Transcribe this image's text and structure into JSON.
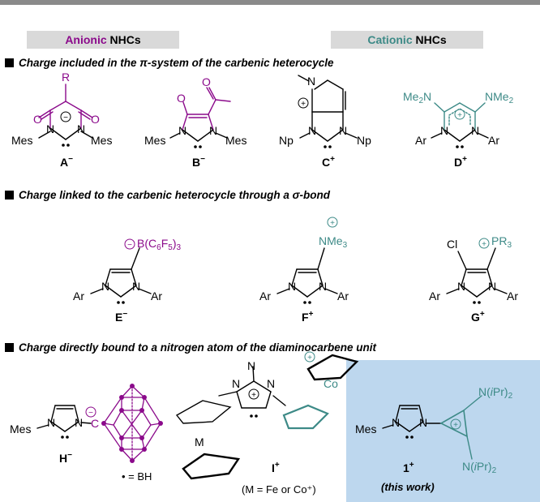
{
  "header": {
    "anionic_word": "Anionic",
    "anionic_suffix": "NHCs",
    "cationic_word": "Cationic",
    "cationic_suffix": "NHCs"
  },
  "sections": [
    {
      "title": "Charge included in the π-system of the carbenic heterocycle"
    },
    {
      "title": "Charge linked to the carbenic heterocycle through a σ-bond"
    },
    {
      "title": "Charge directly bound to a nitrogen atom of the diaminocarbene unit"
    }
  ],
  "compounds": {
    "A": {
      "label": "A",
      "charge": "−",
      "sub": "R",
      "n1": "Mes",
      "n2": "Mes",
      "o": "O"
    },
    "B": {
      "label": "B",
      "charge": "−",
      "n1": "Mes",
      "n2": "Mes",
      "o": "O"
    },
    "C": {
      "label": "C",
      "charge": "+",
      "n1": "Np",
      "n2": "Np",
      "n": "N"
    },
    "D": {
      "label": "D",
      "charge": "+",
      "n1": "Ar",
      "n2": "Ar",
      "sub1": "Me2N",
      "sub2": "NMe2"
    },
    "E": {
      "label": "E",
      "charge": "−",
      "n1": "Ar",
      "n2": "Ar",
      "sub": "B(C6F5)3"
    },
    "F": {
      "label": "F",
      "charge": "+",
      "n1": "Ar",
      "n2": "Ar",
      "sub": "NMe3"
    },
    "G": {
      "label": "G",
      "charge": "+",
      "n1": "Ar",
      "n2": "Ar",
      "sub": "PR3",
      "cl": "Cl"
    },
    "H": {
      "label": "H",
      "charge": "−",
      "n1": "Mes",
      "c": "C",
      "legend": "• = BH"
    },
    "I": {
      "label": "I",
      "charge": "+",
      "metal": "M",
      "co": "Co",
      "note": "(M = Fe or Co⁺)"
    },
    "one": {
      "label": "1",
      "charge": "+",
      "n1": "Mes",
      "amine": "N(iPr)2",
      "note": "(this work)"
    }
  },
  "colors": {
    "anionic": "#8b0a8b",
    "cationic": "#3d8a87",
    "panel": "#bdd7ee"
  }
}
